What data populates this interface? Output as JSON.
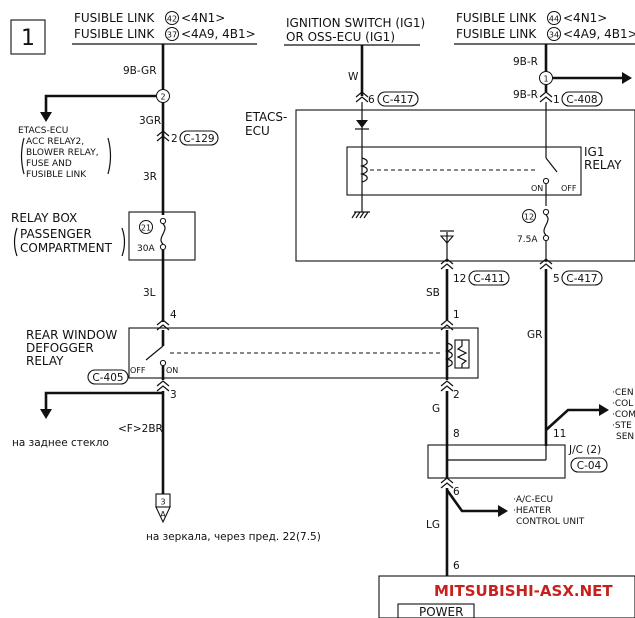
{
  "page_number": "1",
  "watermark": "MITSUBISHI-ASX.NET",
  "fusible_link_a": {
    "line1": "FUSIBLE LINK",
    "num1": "42",
    "code1": "<4N1>",
    "line2": "FUSIBLE LINK",
    "num2": "37",
    "code2": "<4A9, 4B1>"
  },
  "ignition": {
    "line1": "IGNITION SWITCH (IG1)",
    "line2": "OR OSS-ECU (IG1)"
  },
  "fusible_link_b": {
    "line1": "FUSIBLE LINK",
    "num1": "44",
    "code1": "<4N1>",
    "line2": "FUSIBLE LINK",
    "num2": "34",
    "code2": "<4A9, 4B1>"
  },
  "wires": {
    "w_9bgr": "9B-GR",
    "w_3gr": "3GR",
    "w_3r": "3R",
    "w_3l": "3L",
    "w_2br": "<F>2BR",
    "w_w": "W",
    "w_sb": "SB",
    "w_g": "G",
    "w_lg": "LG",
    "w_9br_top": "9B-R",
    "w_9br": "9B-R",
    "w_gr": "GR"
  },
  "connectors": {
    "c129": "C-129",
    "c417": "C-417",
    "c408": "C-408",
    "c411": "C-411",
    "c417b": "C-417",
    "c405": "C-405",
    "c04": "C-04"
  },
  "pins": {
    "p2_c129": "2",
    "p6_c417": "6",
    "p1_c408": "1",
    "p12_c411": "12",
    "p5_c417": "5",
    "p4": "4",
    "p1_def": "1",
    "p3": "3",
    "p2_def": "2",
    "p8": "8",
    "p11": "11",
    "p6_jc": "6",
    "p6_bot": "6",
    "jc": "J/C (2)"
  },
  "splices": {
    "s2": "2",
    "s1": "1",
    "fuse21": "21",
    "fuse12": "12",
    "ref3": "3"
  },
  "etacs_branch": {
    "title": "ETACS-ECU",
    "l1": "ACC RELAY2,",
    "l2": "BLOWER RELAY,",
    "l3": "FUSE AND",
    "l4": "FUSIBLE LINK"
  },
  "relay_box": {
    "title": "RELAY BOX",
    "l1": "PASSENGER",
    "l2": "COMPARTMENT",
    "fuse_amp": "30A"
  },
  "etacs_ecu": {
    "line1": "ETACS-",
    "line2": "ECU"
  },
  "ig1_relay": {
    "line1": "IG1",
    "line2": "RELAY",
    "on": "ON",
    "off": "OFF",
    "fuse_amp": "7.5A"
  },
  "defogger_relay": {
    "line1": "REAR WINDOW",
    "line2": "DEFOGGER",
    "line3": "RELAY",
    "off": "OFF",
    "on": "ON"
  },
  "annotations": {
    "rear_glass": "на заднее стекло",
    "mirrors": "на зеркала, через пред. 22(7.5)"
  },
  "right_list": [
    "·CEN",
    "·COL",
    "·COM",
    "·STE",
    "SEN"
  ],
  "ac_ecu": {
    "l1": "·A/C-ECU",
    "l2": "·HEATER",
    "l3": "CONTROL UNIT"
  },
  "power": "POWER"
}
